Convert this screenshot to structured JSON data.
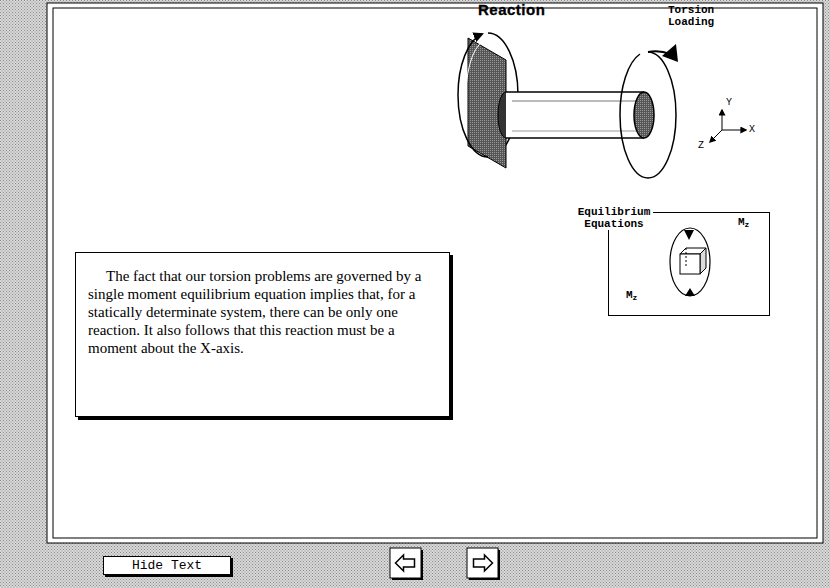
{
  "diagram": {
    "nodes": [
      {
        "text": [
          "Equilibrium Equations"
        ]
      },
      {
        "text": [
          "The fact that our torsion problems are governed by a single moment equilibrium equation implies that, for a statically determinate system, there can be only one reaction. It also follows that this reaction must be a moment about the X-axis."
        ]
      },
      {
        "text": [
          "Hide Text"
        ]
      }
    ],
    "labels": [
      "Reaction",
      "Torsion Loading",
      "Y",
      "Z",
      "X",
      "Mz",
      "Mz"
    ]
  }
}
